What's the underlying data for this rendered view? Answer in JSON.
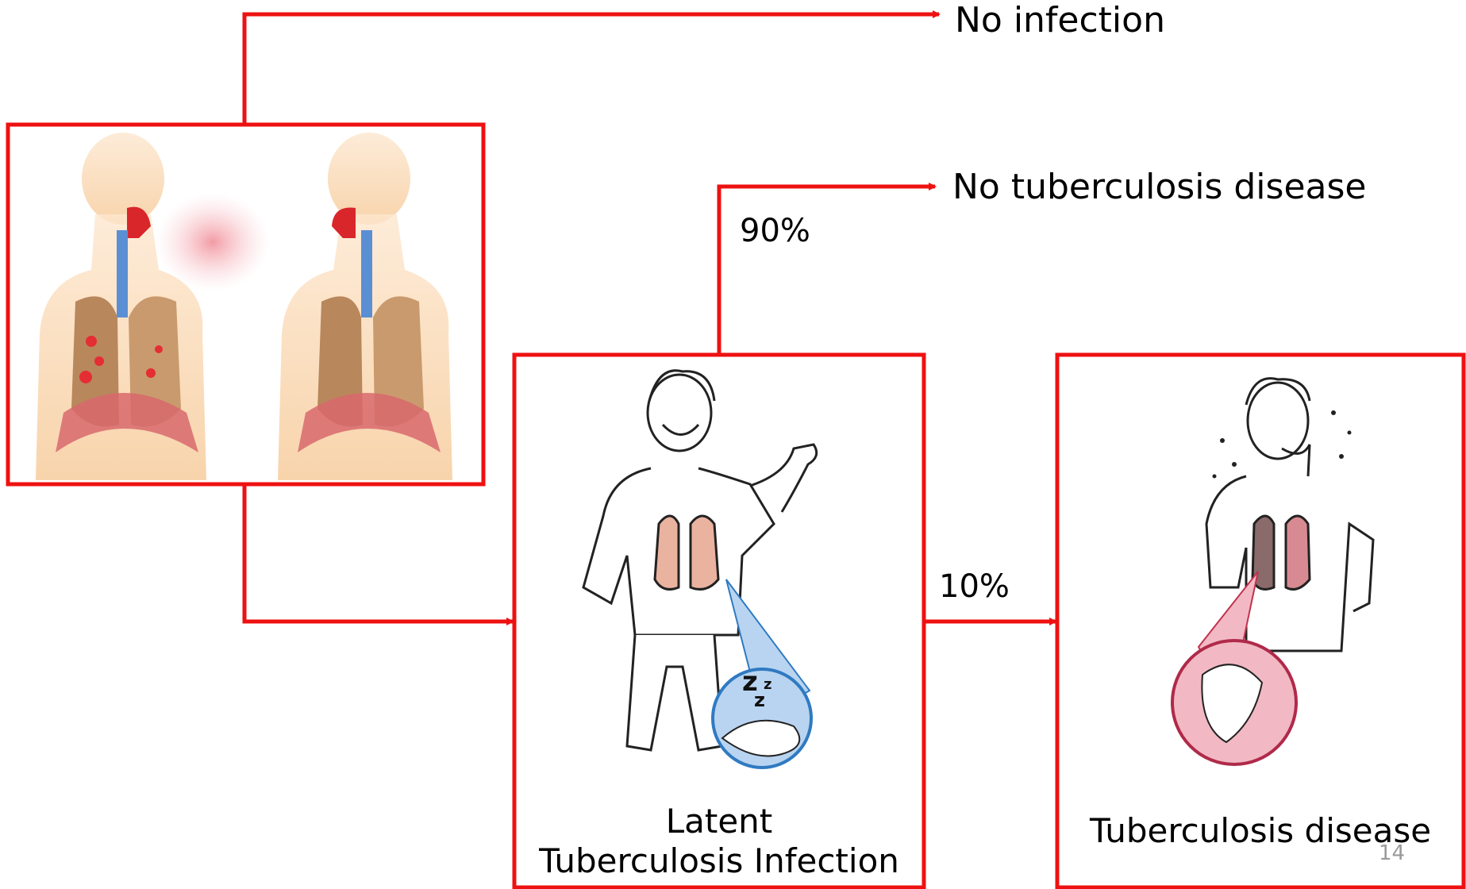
{
  "outcomes": {
    "no_infection": "No infection",
    "no_tb_disease": "No tuberculosis disease"
  },
  "percentages": {
    "latent_to_healthy": "90%",
    "latent_to_disease": "10%"
  },
  "boxes": {
    "latent": {
      "caption_line1": "Latent",
      "caption_line2": "Tuberculosis Infection"
    },
    "disease": {
      "caption": "Tuberculosis disease"
    }
  },
  "slide_number": "14",
  "colors": {
    "accent": "#ee1111",
    "skin": "#f9ddb8",
    "lung": "#c8956a",
    "bubble_blue": "#b9d4f0",
    "bubble_pink": "#f2b9c4"
  },
  "icons": {
    "transmission": "coughing-transmission-illustration",
    "latent": "healthy-man-sleeping-bacteria-illustration",
    "disease": "sick-coughing-man-active-bacteria-illustration"
  }
}
